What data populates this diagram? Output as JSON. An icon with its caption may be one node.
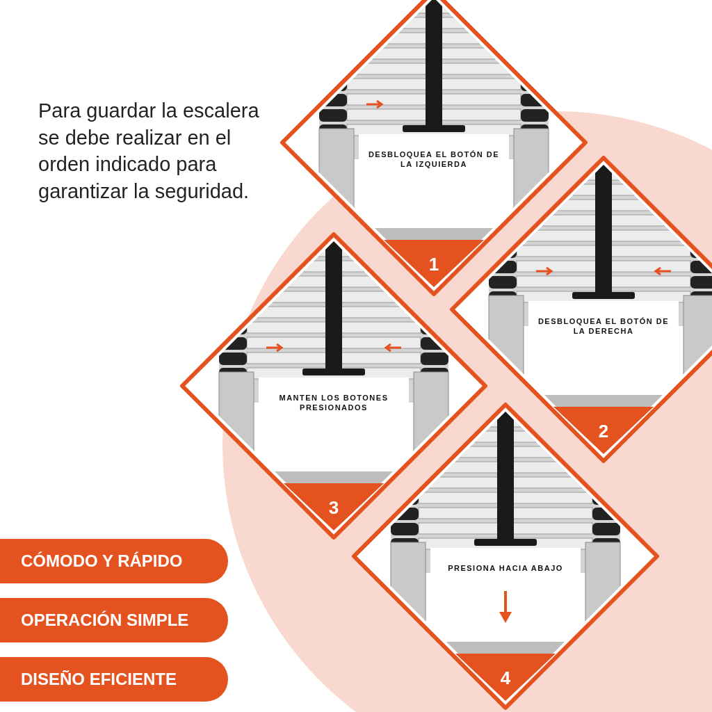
{
  "diagram": {
    "nodes": [
      {
        "text": [
          "DESBLOQUEA EL BOTÓN DE LA IZQUIERDA",
          "1"
        ]
      },
      {
        "text": [
          "DESBLOQUEA EL BOTÓN DE LA DERECHA",
          "2"
        ]
      },
      {
        "text": [
          "MANTEN LOS BOTONES PRESIONADOS",
          "3"
        ]
      },
      {
        "text": [
          "PRESIONA HACIA ABAJO",
          "4"
        ]
      },
      {
        "text": [
          "CÓMODO Y RÁPIDO"
        ]
      },
      {
        "text": [
          "OPERACIÓN SIMPLE"
        ]
      },
      {
        "text": [
          "DISEÑO EFICIENTE"
        ]
      }
    ],
    "labels": [
      "Para guardar la escalera se debe realizar en el orden indicado para garantizar la seguridad."
    ]
  }
}
